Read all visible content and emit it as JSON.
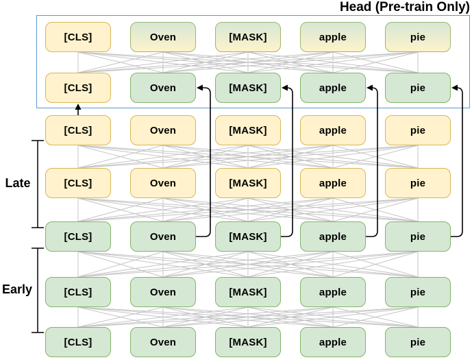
{
  "title": "Head (Pre-train Only)",
  "section_labels": {
    "late": "Late",
    "early": "Early"
  },
  "tokens": [
    "[CLS]",
    "Oven",
    "[MASK]",
    "apple",
    "pie"
  ],
  "rows": [
    {
      "name": "head-output-row",
      "cells": [
        "yellow",
        "gradient",
        "gradient",
        "gradient",
        "gradient"
      ]
    },
    {
      "name": "head-input-row",
      "cells": [
        "yellow",
        "green",
        "green",
        "green",
        "green"
      ]
    },
    {
      "name": "late-output-row",
      "cells": [
        "yellow",
        "yellow",
        "yellow",
        "yellow",
        "yellow"
      ]
    },
    {
      "name": "late-hidden-row",
      "cells": [
        "yellow",
        "yellow",
        "yellow",
        "yellow",
        "yellow"
      ]
    },
    {
      "name": "early-output-row",
      "cells": [
        "green",
        "green",
        "green",
        "green",
        "green"
      ]
    },
    {
      "name": "early-hidden-row",
      "cells": [
        "green",
        "green",
        "green",
        "green",
        "green"
      ]
    },
    {
      "name": "input-row",
      "cells": [
        "green",
        "green",
        "green",
        "green",
        "green"
      ]
    }
  ],
  "connections": {
    "attention_between_rows": [
      [
        0,
        1
      ],
      [
        2,
        3
      ],
      [
        3,
        4
      ],
      [
        4,
        5
      ],
      [
        5,
        6
      ]
    ],
    "skip_tokens_from_row_to_row": {
      "tokens": [
        "Oven",
        "[MASK]",
        "apple",
        "pie"
      ],
      "from_row": 4,
      "to_row": 1
    },
    "cls_arrow": {
      "token": "[CLS]",
      "from_row": 2,
      "to_row": 1
    }
  },
  "colors": {
    "yellow_fill": "#FFF2CC",
    "yellow_border": "#D6B656",
    "green_fill": "#D5E8D4",
    "green_border": "#82B366",
    "gradient_top": "#D5E8D4",
    "gradient_bottom": "#FFF2CC",
    "gradient_border": "#9CB56D",
    "head_box_border": "#5C97D0",
    "connection_line": "#C4C4C4",
    "arrow": "#000000"
  }
}
